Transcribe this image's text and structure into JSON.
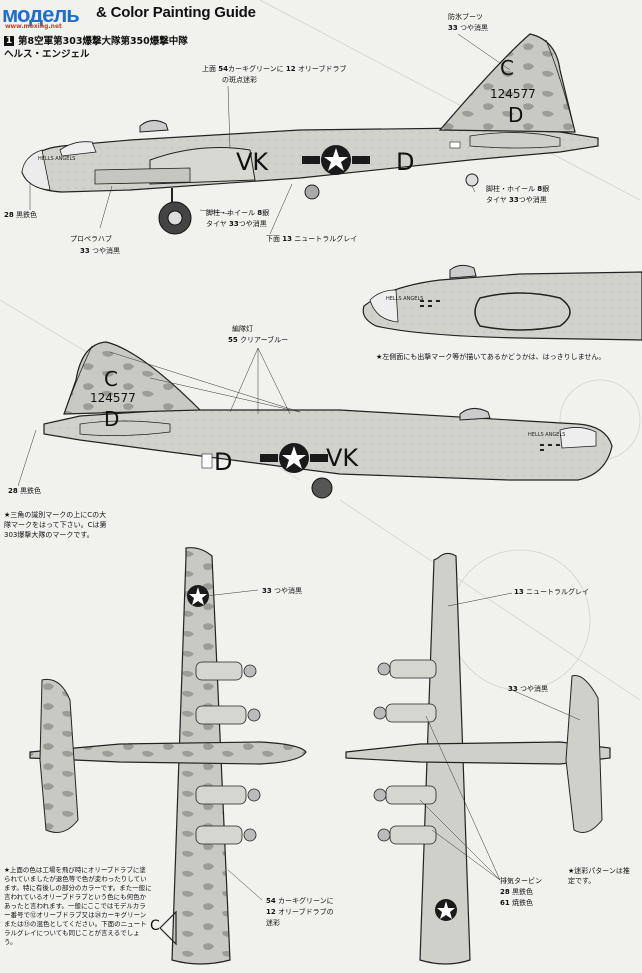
{
  "header": {
    "logo_text": "модель",
    "logo_sub": "www.moxing.net",
    "title": "& Color Painting Guide",
    "badge": "1",
    "unit": "第8空軍第303爆撃大隊第350爆撃中隊",
    "aircraft_name": "ヘルス・エンジェル"
  },
  "side_top": {
    "de_icer": "防氷ブーツ",
    "de_icer_color": "つや消黒",
    "upper_surface": "上面",
    "upper_camo": "カーキグリーンに",
    "upper_camo2": "オリーブドラブ",
    "upper_camo3": "の斑点迷彩",
    "metal_color": "黒鉄色",
    "prop_hub": "プロペラハブ",
    "prop_hub_color": "つや消黒",
    "main_gear": "脚柱・ホイール",
    "silver": "銀",
    "tire": "タイヤ",
    "tire_color": "つや消黒",
    "lower_surface": "下面",
    "lower_color": "ニュートラルグレイ",
    "tail_gear": "脚柱・ホイール",
    "tail_silver": "銀",
    "tail_tire": "タイヤ",
    "tail_tire_color": "つや消黒",
    "nose_art": "HELLS ANGELS",
    "tail_letter": "C",
    "serial": "124577",
    "sq_letter": "D",
    "code_left": "VK",
    "code_right": "D"
  },
  "nose_detail": {
    "note": "★左側面にも出撃マーク等が描いてあるかどうかは、はっきりしません。",
    "nose_art": "HELLS ANGELS"
  },
  "side_bottom": {
    "lamp": "編隊灯",
    "lamp_color": "クリアーブルー",
    "metal_color": "黒鉄色",
    "tail_letter": "C",
    "serial": "124577",
    "sq_letter": "D",
    "code_left": "D",
    "code_right": "VK",
    "nose_art": "HELLS ANGELS",
    "triangle_note": "★三角の識別マークの上にCの大隊マークをはって下さい。Cは第303爆撃大隊のマークです。"
  },
  "plan": {
    "top_color": "つや消黒",
    "under_color": "ニュートラルグレイ",
    "under_color2": "つや消黒",
    "turbo": "排気タービン",
    "turbo_c1": "黒鉄色",
    "turbo_c2": "焼鉄色",
    "camo_a": "カーキグリーンに",
    "camo_b": "オリーブドラブの",
    "camo_c": "迷彩",
    "camo_pattern_note": "★迷彩パターンは推定です。",
    "left_note": "★上面の色は工場を飛び時にオリーブドラブに塗られていましたが退色等で色が変わったりしています。特に有後しの部分のカラーです。また一般に言われているオリーブドラブという色にも何色かあったと言われます。一般にここではモデルカラー番号で⑫オリーブドラブ又は㉔カーキグリーンまたは⑬の混色としてください。下面のニュートラルグレイについても同じことが言えるでしょう。",
    "c_mark": "C"
  },
  "numbers": {
    "n33": "33",
    "n54": "54",
    "n12": "12",
    "n28": "28",
    "n8": "8",
    "n13": "13",
    "n55": "55",
    "n61": "61"
  }
}
